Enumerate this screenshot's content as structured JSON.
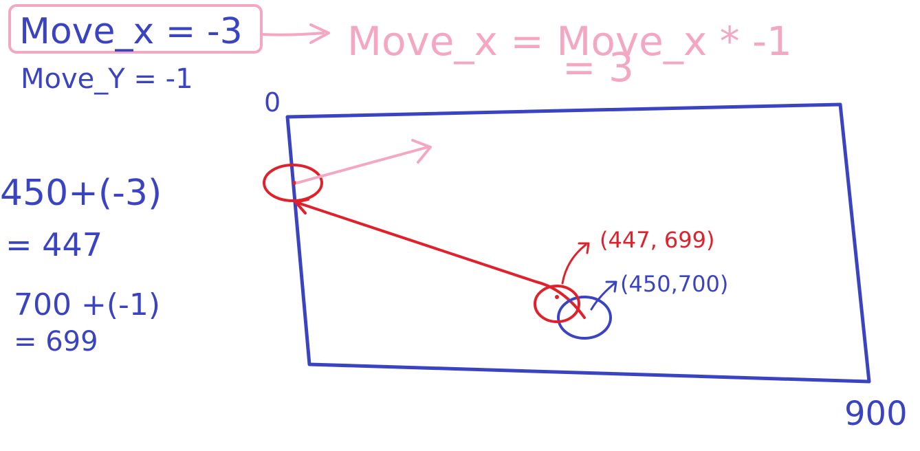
{
  "colors": {
    "blue": "#3a44c2",
    "pink": "#f4a7c3",
    "red": "#e0202a",
    "background": "#ffffff"
  },
  "variables": {
    "move_x": "Move_x = -3",
    "move_y": "Move_Y = -1"
  },
  "formula": {
    "line1": "Move_x = Move_x * -1",
    "line2": "= 3"
  },
  "calc_x": {
    "line1": "450+(-3)",
    "line2": "= 447"
  },
  "calc_y": {
    "line1": "700 +(-1)",
    "line2": "= 699"
  },
  "axis": {
    "origin": "0",
    "max": "900"
  },
  "points": {
    "new": "(447, 699)",
    "old": "(450,700)"
  }
}
